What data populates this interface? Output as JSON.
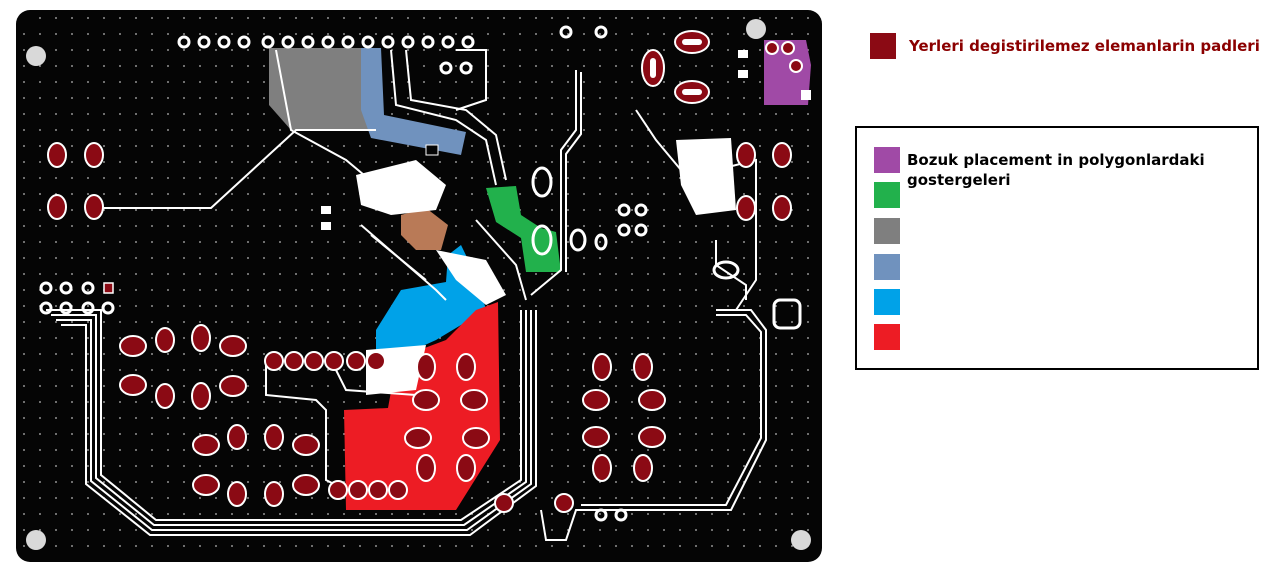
{
  "legend_top": {
    "label": "Yerleri degistirilemez elemanlarin padleri",
    "color": "#8b0a14"
  },
  "legend_box": {
    "title": "Bozuk placement in polygonlardaki gostergeleri",
    "swatches": [
      {
        "name": "purple-swatch",
        "color": "#a04aa6"
      },
      {
        "name": "green-swatch",
        "color": "#22b14c"
      },
      {
        "name": "gray-swatch",
        "color": "#7f7f7f"
      },
      {
        "name": "blue-gray-swatch",
        "color": "#7092be"
      },
      {
        "name": "cyan-swatch",
        "color": "#00a2e8"
      },
      {
        "name": "red-swatch",
        "color": "#ed1c24"
      }
    ]
  },
  "board": {
    "background": "#050505",
    "trace_color": "#ffffff",
    "pad_fill": "#8b0a14",
    "polygons": {
      "purple": "#a04aa6",
      "green": "#22b14c",
      "gray": "#7f7f7f",
      "blue_gray": "#7092be",
      "cyan": "#00a2e8",
      "red": "#ed1c24",
      "brown": "#b97a57"
    }
  }
}
